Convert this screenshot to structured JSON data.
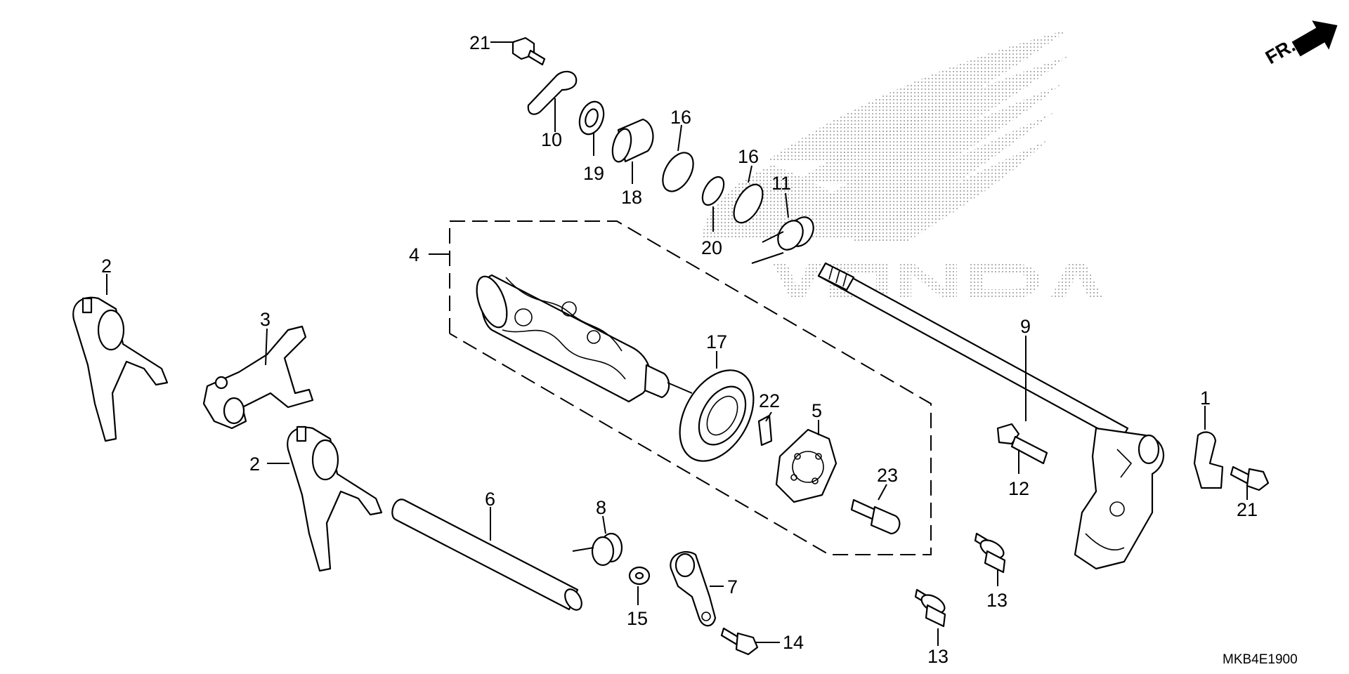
{
  "diagram": {
    "code": "MKB4E1900",
    "direction_label": "FR.",
    "callouts": {
      "c1": "1",
      "c2a": "2",
      "c2b": "2",
      "c3": "3",
      "c4": "4",
      "c5": "5",
      "c6": "6",
      "c7": "7",
      "c8": "8",
      "c9": "9",
      "c10": "10",
      "c11": "11",
      "c12": "12",
      "c13a": "13",
      "c13b": "13",
      "c14": "14",
      "c15": "15",
      "c16a": "16",
      "c16b": "16",
      "c17": "17",
      "c18": "18",
      "c19": "19",
      "c20": "20",
      "c21a": "21",
      "c21b": "21",
      "c22": "22",
      "c23": "23"
    }
  },
  "colors": {
    "ink": "#000000",
    "paper": "#ffffff",
    "watermark": "#9a9a9a"
  },
  "watermark": {
    "type": "honda-wing-logo"
  }
}
